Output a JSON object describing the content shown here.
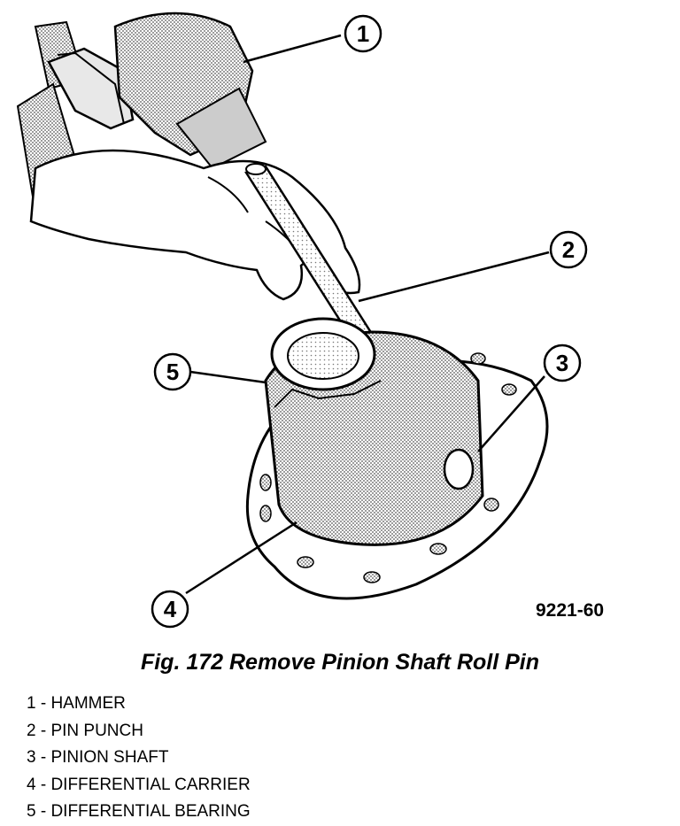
{
  "callouts": [
    {
      "number": "1"
    },
    {
      "number": "2"
    },
    {
      "number": "3"
    },
    {
      "number": "4"
    },
    {
      "number": "5"
    }
  ],
  "figure_code": "9221-60",
  "caption": "Fig. 172 Remove Pinion Shaft Roll Pin",
  "legend": [
    "1 - HAMMER",
    "2 - PIN PUNCH",
    "3 - PINION SHAFT",
    "4 - DIFFERENTIAL CARRIER",
    "5 - DIFFERENTIAL BEARING"
  ]
}
